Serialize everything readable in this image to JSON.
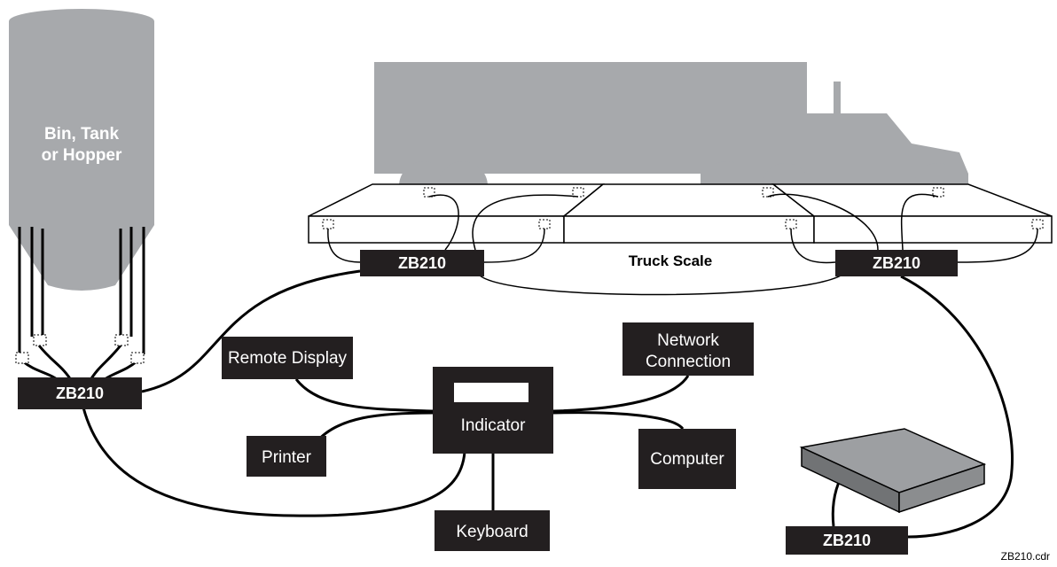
{
  "bin": {
    "line1": "Bin, Tank",
    "line2": "or Hopper"
  },
  "zb210": {
    "bin": "ZB210",
    "truck_left": "ZB210",
    "truck_right": "ZB210",
    "floor": "ZB210"
  },
  "truck_scale": "Truck Scale",
  "devices": {
    "remote_display": "Remote Display",
    "network_line1": "Network",
    "network_line2": "Connection",
    "indicator": "Indicator",
    "printer": "Printer",
    "computer": "Computer",
    "keyboard": "Keyboard"
  },
  "file_name": "ZB210.cdr",
  "colors": {
    "silhouette": "#a7a9ac",
    "box": "#231f20",
    "platform_top": "#9d9fa2",
    "platform_side": "#717375"
  }
}
